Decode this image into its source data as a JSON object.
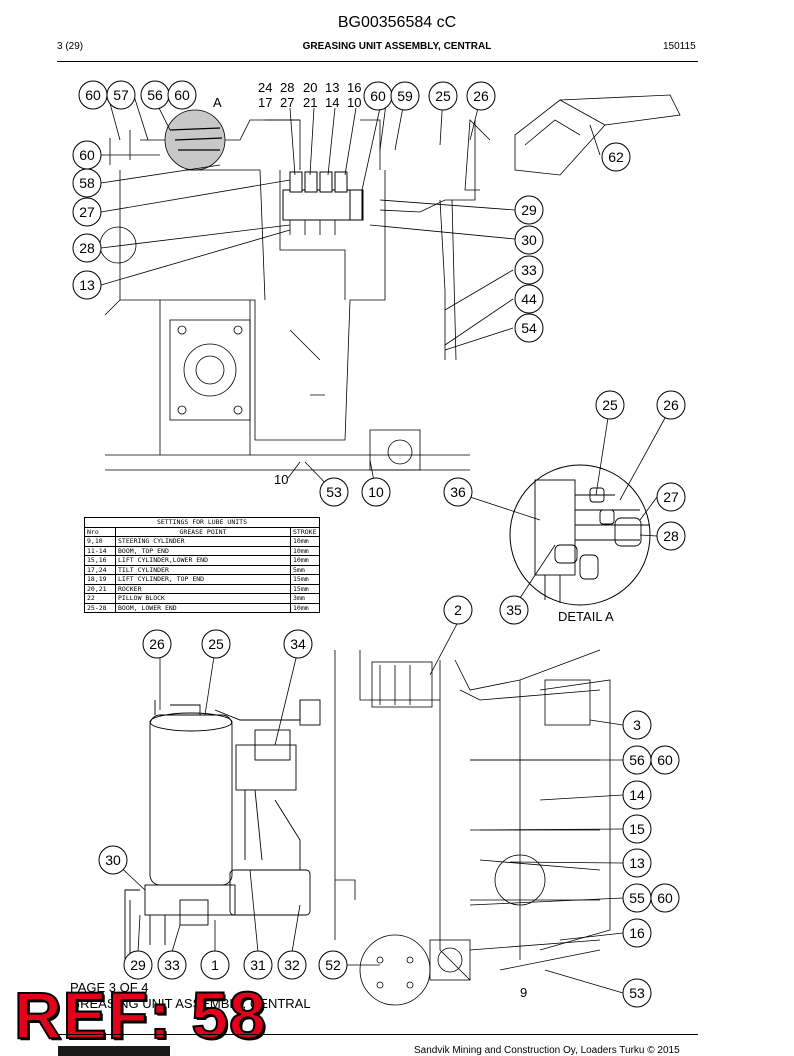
{
  "header": {
    "doc_id": "BG00356584 cC",
    "page": "3 (29)",
    "title": "GREASING UNIT ASSEMBLY, CENTRAL",
    "date": "150115"
  },
  "detail": {
    "label_a": "A",
    "detail_caption": "DETAIL A"
  },
  "callouts_top": [
    "60",
    "57",
    "56",
    "60",
    "60",
    "58",
    "27",
    "28",
    "13",
    "59",
    "25",
    "26",
    "62",
    "29",
    "30",
    "33",
    "44",
    "54",
    "53",
    "10"
  ],
  "callout_plain": {
    "num_top_row1": [
      "24",
      "28",
      "20",
      "13",
      "16"
    ],
    "num_top_row2": [
      "17",
      "27",
      "21",
      "14",
      "10"
    ],
    "label_10_left": "10",
    "label_9": "9"
  },
  "callouts_detail": [
    "25",
    "26",
    "36",
    "27",
    "28",
    "35",
    "2"
  ],
  "callouts_bottom": [
    "26",
    "25",
    "34",
    "30",
    "29",
    "33",
    "1",
    "31",
    "32",
    "52",
    "3",
    "56",
    "60",
    "14",
    "15",
    "13",
    "55",
    "60",
    "16",
    "53"
  ],
  "lube_table": {
    "title": "SETTINGS FOR LUBE UNITS",
    "headers": [
      "Nro",
      "GREASE POINT",
      "STROKE"
    ],
    "rows": [
      [
        "9,10",
        "STEERING CYLINDER",
        "10mm"
      ],
      [
        "11-14",
        "BOOM, TOP END",
        "10mm"
      ],
      [
        "15,16",
        "LIFT CYLINDER,LOWER END",
        "10mm"
      ],
      [
        "17,24",
        "TILT CYLINDER",
        "5mm"
      ],
      [
        "18,19",
        "LIFT CYLINDER, TOP END",
        "15mm"
      ],
      [
        "20,21",
        "ROCKER",
        "15mm"
      ],
      [
        "22",
        "PILLOW BLOCK",
        "3mm"
      ],
      [
        "25-28",
        "BOOM, LOWER END",
        "10mm"
      ]
    ]
  },
  "footer": {
    "page_of": "PAGE 3 OF 4",
    "name": "GREASING UNIT ASSEMBLY, CENTRAL",
    "ref": "REF: 58",
    "copyright": "Sandvik Mining and Construction Oy, Loaders Turku © 2015"
  }
}
